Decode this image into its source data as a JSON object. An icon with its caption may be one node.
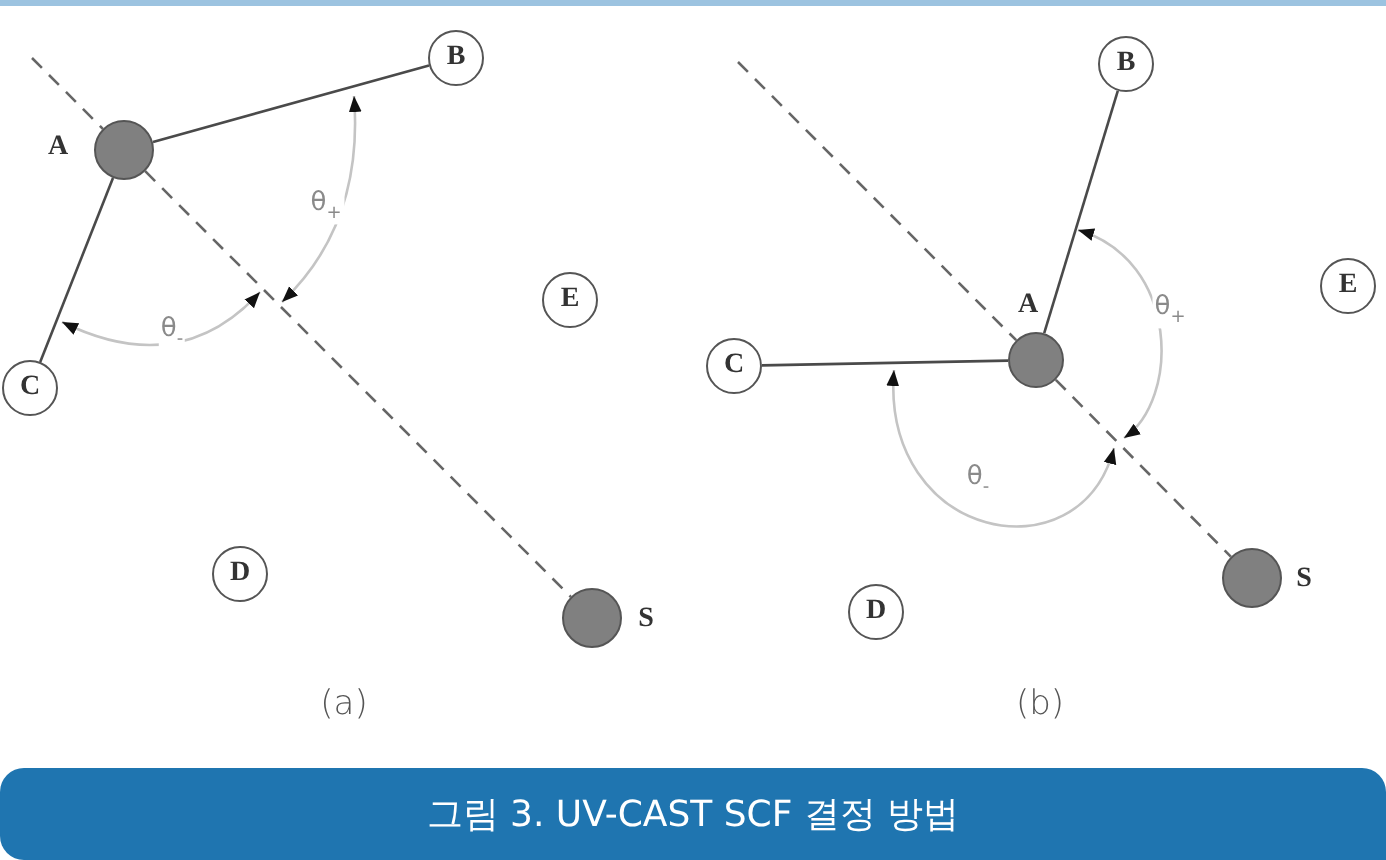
{
  "diagram": {
    "caption": "그림 3. UV-CAST SCF 결정 방법",
    "nodes": [
      {
        "text": [
          "B"
        ]
      },
      {
        "text": [
          "A"
        ]
      },
      {
        "text": [
          "E"
        ]
      },
      {
        "text": [
          "C"
        ]
      },
      {
        "text": [
          "D"
        ]
      },
      {
        "text": [
          "S"
        ]
      },
      {
        "text": [
          "B"
        ]
      },
      {
        "text": [
          "E"
        ]
      },
      {
        "text": [
          "C"
        ]
      },
      {
        "text": [
          "A"
        ]
      },
      {
        "text": [
          "D"
        ]
      },
      {
        "text": [
          "S"
        ]
      }
    ],
    "edges": [
      {
        "from": 1,
        "to": 0,
        "arrow": "none"
      },
      {
        "from": 1,
        "to": 3,
        "arrow": "none"
      },
      {
        "from": null,
        "to": 1,
        "arrow": "none",
        "style": "dashed"
      },
      {
        "from": 1,
        "to": 5,
        "arrow": "none",
        "style": "dashed"
      },
      {
        "from": 9,
        "to": 6,
        "arrow": "none"
      },
      {
        "from": 9,
        "to": 8,
        "arrow": "none"
      },
      {
        "from": null,
        "to": 9,
        "arrow": "none",
        "style": "dashed"
      },
      {
        "from": 9,
        "to": 11,
        "arrow": "none",
        "style": "dashed"
      }
    ],
    "labels": [
      "θ$_{+}$",
      "θ$_{-}$",
      "(a)",
      "θ$_{+}$",
      "θ$_{-}$",
      "(b)"
    ]
  }
}
